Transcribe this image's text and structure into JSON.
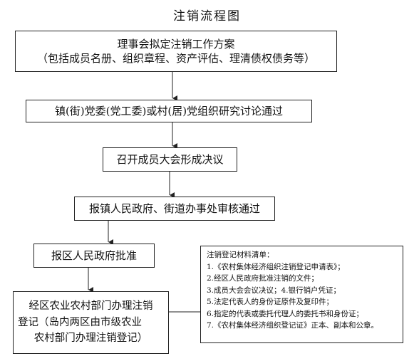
{
  "title": "注销流程图",
  "steps": {
    "step1_line1": "理事会拟定注销工作方案",
    "step1_line2": "（包括成员名册、组织章程、资产评估、理清债权债务等）",
    "step2": "镇(街)党委(党工委)或村(居)党组织研究讨论通过",
    "step3": "召开成员大会形成决议",
    "step4": "报镇人民政府、街道办事处审核通过",
    "step5": "报区人民政府批准",
    "step6_line1": "经区农业农村部门办理注销",
    "step6_line2": "登记（岛内两区由市级农业",
    "step6_line3": "农村部门办理注销登记）"
  },
  "materials": {
    "title": "注销登记材料清单：",
    "items": [
      "1.《农村集体经济组织注销登记申请表》；",
      "2.经区人民政府批准注销的文件；",
      "3.成员大会会议决议；4.银行销户凭证；",
      "5.法定代表人的身份证原件及复印件；",
      "6.指定的代表或委托代理人的委托书和身份证；",
      "7.《农村集体经济组织登记证》正本、副本和公章。"
    ]
  }
}
